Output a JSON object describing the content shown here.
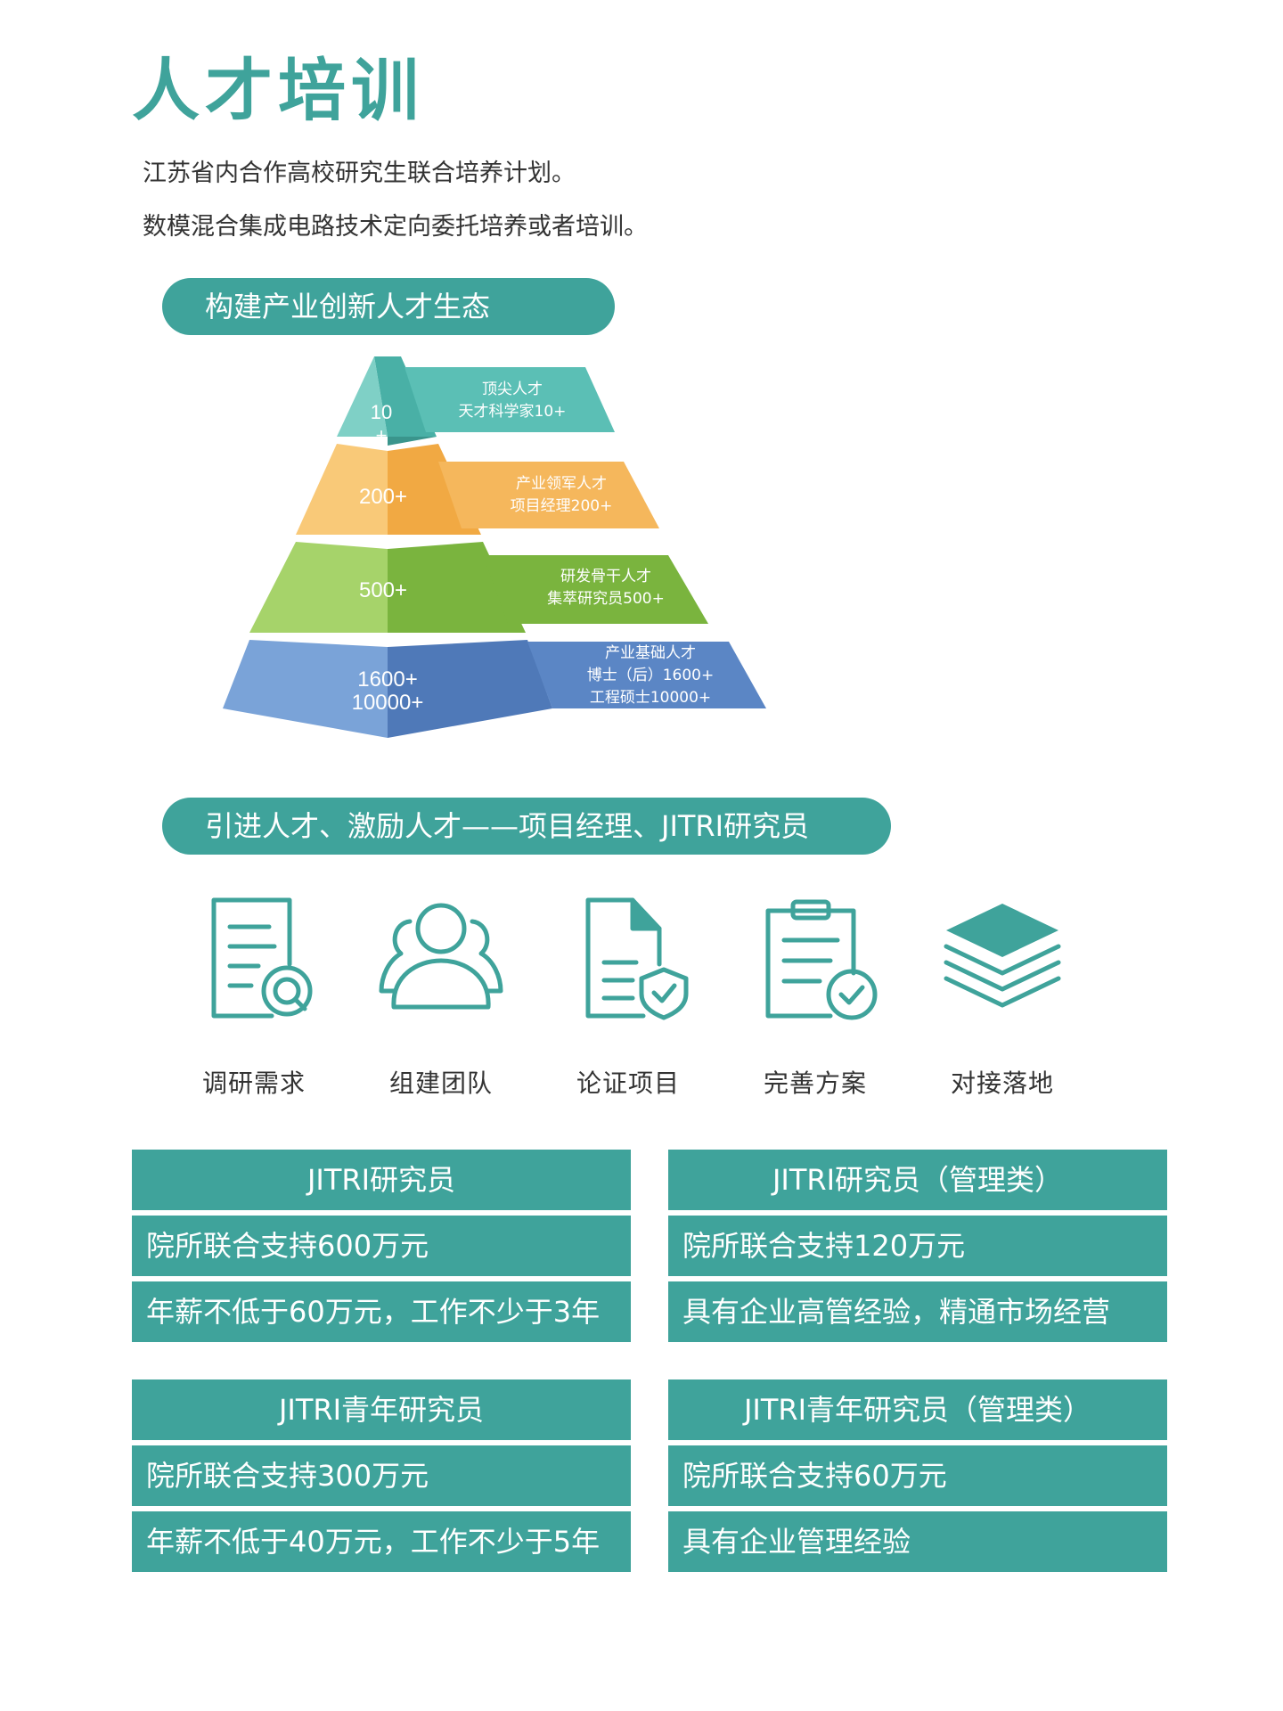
{
  "title": "人才培训",
  "intro": [
    "江苏省内合作高校研究生联合培养计划。",
    "数模混合集成电路技术定向委托培养或者培训。"
  ],
  "section1": {
    "label": "构建产业创新人才生态",
    "pyramid": [
      {
        "value": "10\n+",
        "lines": [
          "顶尖人才",
          "天才科学家10+"
        ],
        "color": "#5bbfb5"
      },
      {
        "value": "200+",
        "lines": [
          "产业领军人才",
          "项目经理200+"
        ],
        "color": "#f5b75c"
      },
      {
        "value": "500+",
        "lines": [
          "研发骨干人才",
          "集萃研究员500+"
        ],
        "color": "#8bc34a"
      },
      {
        "value": "1600+\n10000+",
        "lines": [
          "产业基础人才",
          "博士（后）1600+",
          "工程硕士10000+"
        ],
        "color": "#5b86c5"
      }
    ]
  },
  "section2": {
    "label": "引进人才、激励人才——项目经理、JITRI研究员",
    "steps": [
      {
        "label": "调研需求",
        "icon": "document-search-icon"
      },
      {
        "label": "组建团队",
        "icon": "team-icon"
      },
      {
        "label": "论证项目",
        "icon": "document-shield-icon"
      },
      {
        "label": "完善方案",
        "icon": "clipboard-check-icon"
      },
      {
        "label": "对接落地",
        "icon": "layers-icon"
      }
    ]
  },
  "tables": [
    {
      "header": "JITRI研究员",
      "items": [
        "院所联合支持600万元",
        "年薪不低于60万元，工作不少于3年"
      ]
    },
    {
      "header": "JITRI研究员（管理类）",
      "items": [
        "院所联合支持120万元",
        "具有企业高管经验，精通市场经营"
      ]
    },
    {
      "header": "JITRI青年研究员",
      "items": [
        "院所联合支持300万元",
        "年薪不低于40万元，工作不少于5年"
      ]
    },
    {
      "header": "JITRI青年研究员（管理类）",
      "items": [
        "院所联合支持60万元",
        "具有企业管理经验"
      ]
    }
  ],
  "colors": {
    "accent": "#3fa39b"
  }
}
